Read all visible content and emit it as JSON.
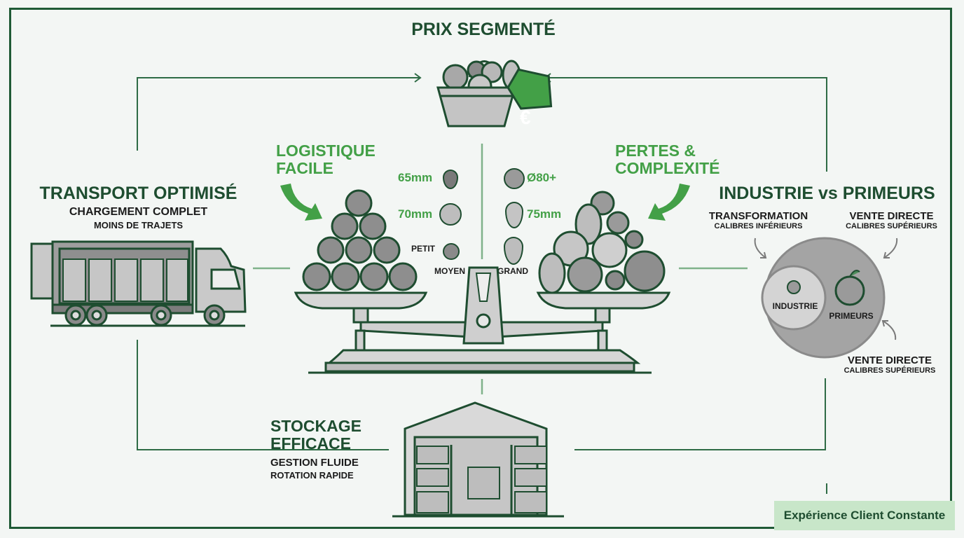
{
  "colors": {
    "dark_green": "#1e4d30",
    "accent_green": "#43a047",
    "light_green": "#c8e6c9",
    "connector": "#7fb28a",
    "fruit_gray": "#9e9e9e",
    "background": "#f3f6f4"
  },
  "top": {
    "title": "PRIX SEGMENTÉ",
    "icon": "fruit-basket-euro-tag-icon",
    "price_tag_symbol": "€"
  },
  "left": {
    "title": "TRANSPORT OPTIMISÉ",
    "line1": "CHARGEMENT COMPLET",
    "line2": "MOINS DE TRAJETS",
    "icon": "delivery-truck-icon"
  },
  "center": {
    "left_label": {
      "line1": "LOGISTIQUE",
      "line2": "FACILE"
    },
    "right_label": {
      "line1": "PERTES &",
      "line2": "COMPLEXITÉ"
    },
    "icon": "balance-scale-icon",
    "sizes_left": [
      {
        "label": "65mm",
        "icon": "strawberry-icon"
      },
      {
        "label": "70mm",
        "icon": "orange-icon"
      },
      {
        "label": "PETIT",
        "icon": "apple-icon"
      },
      {
        "label": "MOYEN",
        "icon": ""
      }
    ],
    "sizes_right": [
      {
        "label": "Ø80+",
        "icon": "orange-icon"
      },
      {
        "label": "75mm",
        "icon": "pear-icon"
      },
      {
        "label": "",
        "icon": "pear-icon"
      },
      {
        "label": "GRAND",
        "icon": ""
      }
    ]
  },
  "right": {
    "title": "INDUSTRIE vs PRIMEURS",
    "left_caption": {
      "title": "TRANSFORMATION",
      "sub": "CALIBRES INFÉRIEURS"
    },
    "right_caption": {
      "title": "VENTE DIRECTE",
      "sub": "CALIBRES SUPÉRIEURS"
    },
    "bottom_caption": {
      "title": "VENTE DIRECTE",
      "sub": "CALIBRES SUPÉRIEURS"
    },
    "inner_circle_label": "INDUSTRIE",
    "outer_circle_label": "PRIMEURS"
  },
  "bottom": {
    "title_line1": "STOCKAGE",
    "title_line2": "EFFICACE",
    "line1": "GESTION FLUIDE",
    "line2": "ROTATION RAPIDE",
    "icon": "warehouse-icon"
  },
  "footer_badge": "Expérience Client Constante"
}
